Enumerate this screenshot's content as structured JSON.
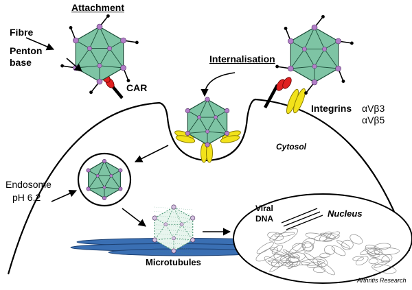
{
  "labels": {
    "attachment": "Attachment",
    "fibre": "Fibre",
    "penton_line1": "Penton",
    "penton_line2": "base",
    "car": "CAR",
    "internalisation": "Internalisation",
    "integrins_word": "Integrins",
    "integrin_1": "αVβ3",
    "integrin_2": "αVβ5",
    "cytosol": "Cytosol",
    "endosome_line1": "Endosome",
    "endosome_line2": "pH 6.2",
    "viral_line1": "Viral",
    "viral_line2": "DNA",
    "nucleus": "Nucleus",
    "microtubules": "Microtubules",
    "credit": "Arthritis Research"
  },
  "colors": {
    "capsid_fill": "#7ec4a4",
    "vertex": "#b27ec8",
    "car_red": "#e02020",
    "integrin_yellow": "#f2e21a",
    "microtubule_blue": "#3a6fb3",
    "dna_gray": "#8c8c8c"
  }
}
